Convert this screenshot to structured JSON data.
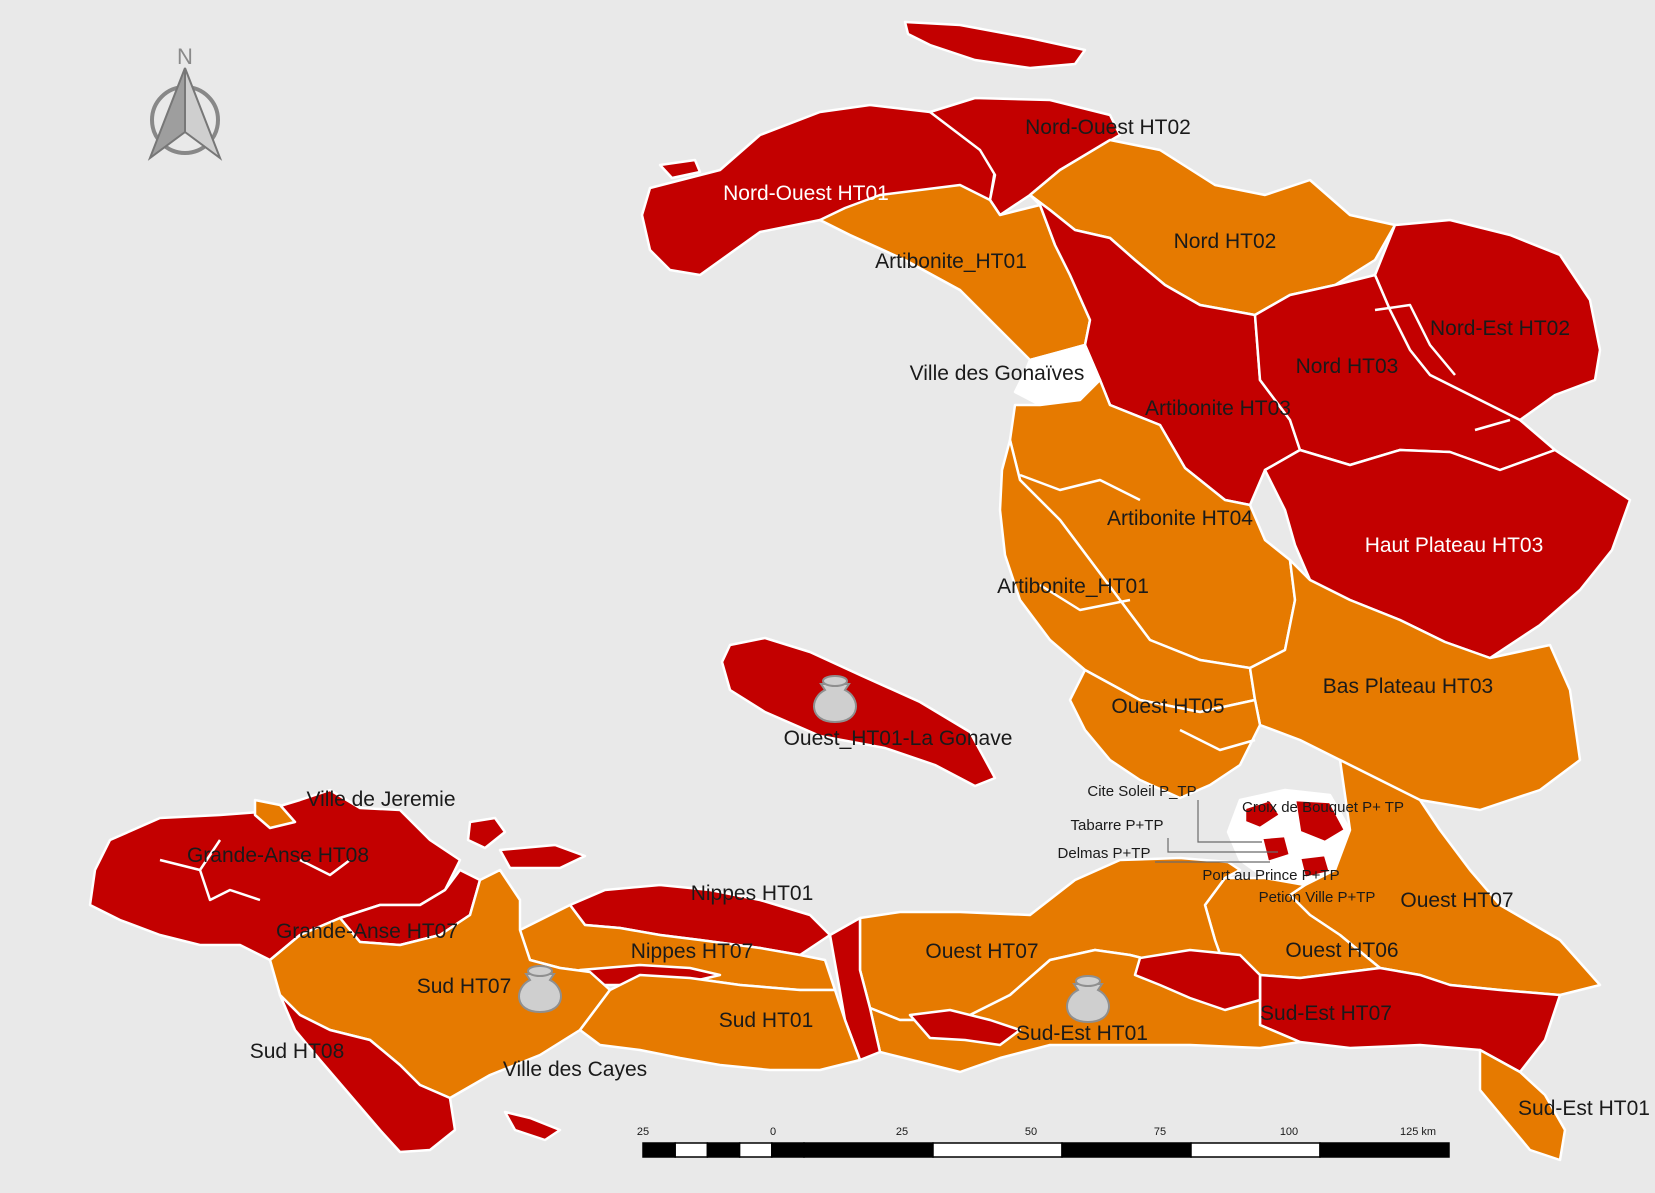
{
  "colors": {
    "background": "#e9e9e9",
    "high": "#c30000",
    "medium": "#e67a00",
    "urban": "#ffffff"
  },
  "north_arrow": {
    "letter": "N",
    "icon": "north-arrow-icon"
  },
  "labels": {
    "nord_ouest_ht01": "Nord-Ouest HT01",
    "nord_ouest_ht02": "Nord-Ouest HT02",
    "nord_ht02": "Nord HT02",
    "artibonite_ht01_north": "Artibonite_HT01",
    "nord_est_ht02": "Nord-Est HT02",
    "nord_ht03": "Nord HT03",
    "ville_des_gonaives": "Ville des Gonaïves",
    "artibonite_ht03": "Artibonite HT03",
    "artibonite_ht04": "Artibonite HT04",
    "haut_plateau_ht03": "Haut Plateau HT03",
    "artibonite_ht01_south": "Artibonite_HT01",
    "bas_plateau_ht03": "Bas Plateau HT03",
    "ouest_ht05": "Ouest HT05",
    "ouest_ht01_la_gonave": "Ouest_HT01-La Gonave",
    "ville_de_jeremie": "Ville de Jeremie",
    "cite_soleil": "Cite Soleil P_TP",
    "croix_de_bouquet": "Croix de Bouquet P+ TP",
    "tabarre": "Tabarre P+TP",
    "delmas": "Delmas P+TP",
    "port_au_prince": "Port au Prince P+TP",
    "petion_ville": "Petion Ville P+TP",
    "grande_anse_ht08": "Grande-Anse HT08",
    "nippes_ht01": "Nippes HT01",
    "ouest_ht07_east": "Ouest HT07",
    "grande_anse_ht07": "Grande-Anse HT07",
    "nippes_ht07": "Nippes HT07",
    "ouest_ht07_mid": "Ouest HT07",
    "ouest_ht06": "Ouest HT06",
    "sud_ht07": "Sud HT07",
    "sud_ht01": "Sud HT01",
    "sud_est_ht07": "Sud-Est HT07",
    "sud_est_ht01_mid": "Sud-Est HT01",
    "sud_ht08": "Sud HT08",
    "ville_des_cayes": "Ville des Cayes",
    "sud_est_ht01_east": "Sud-Est HT01"
  },
  "scale_bar": {
    "ticks": [
      "25",
      "0",
      "25",
      "50",
      "75",
      "100",
      "125 km"
    ]
  },
  "markers": [
    {
      "name": "la-gonave-sack-icon"
    },
    {
      "name": "sud-sack-icon"
    },
    {
      "name": "sud-est-sack-icon"
    }
  ]
}
